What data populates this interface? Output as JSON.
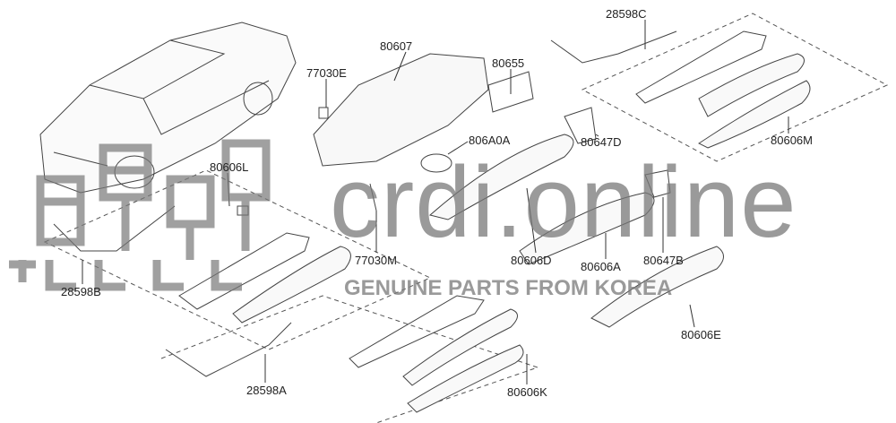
{
  "parts": [
    {
      "id": "p1",
      "number": "28598C"
    },
    {
      "id": "p2",
      "number": "80607"
    },
    {
      "id": "p3",
      "number": "80655"
    },
    {
      "id": "p4",
      "number": "77030E"
    },
    {
      "id": "p5",
      "number": "806A0A"
    },
    {
      "id": "p6",
      "number": "80647D"
    },
    {
      "id": "p7",
      "number": "80606M"
    },
    {
      "id": "p8",
      "number": "80606L"
    },
    {
      "id": "p9",
      "number": "80606D"
    },
    {
      "id": "p10",
      "number": "77030M"
    },
    {
      "id": "p11",
      "number": "80647B"
    },
    {
      "id": "p12",
      "number": "80606A"
    },
    {
      "id": "p13",
      "number": "28598B"
    },
    {
      "id": "p14",
      "number": "80606E"
    },
    {
      "id": "p15",
      "number": "28598A"
    },
    {
      "id": "p16",
      "number": "80606K"
    }
  ],
  "watermark": {
    "site": "crdi.online",
    "tagline": "GENUINE PARTS FROM KOREA",
    "logo_text": "현대자동차"
  },
  "colors": {
    "line": "#333333",
    "watermark": "#7a7a7a"
  }
}
